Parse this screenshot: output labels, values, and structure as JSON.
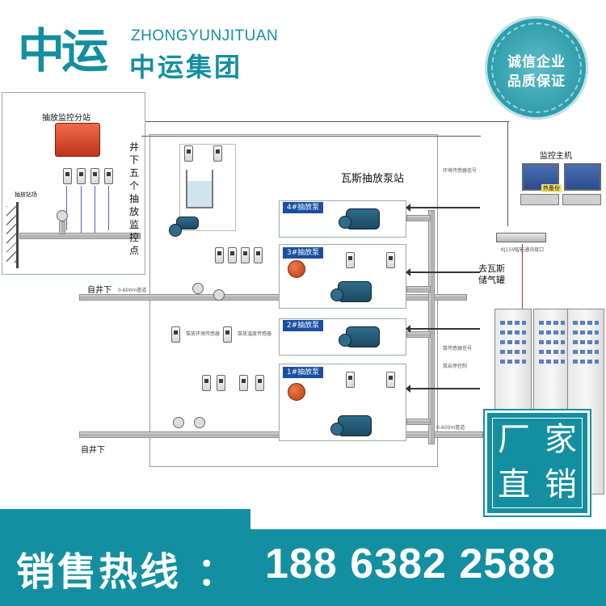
{
  "header": {
    "logo_text": "中运",
    "brand_en": "ZHONGYUNJITUAN",
    "brand_cn": "中运集团",
    "seal_line1": "诚信企业",
    "seal_line2": "品质保证"
  },
  "diagram": {
    "substation_title": "抽放监控分站",
    "underground_label": "井下五个抽放监控点",
    "drill_field": "抽放钻场",
    "station_title": "瓦斯抽放泵站",
    "host_label": "监控主机",
    "hot_backup": "热备份",
    "interface_label": "KJ159智能通讯接口",
    "gas_tank_label": "去瓦斯储气罐",
    "from_well_1": "自井下",
    "from_well_2": "自井下",
    "pumps": [
      "4#抽放泵",
      "3#抽放泵",
      "2#抽放泵",
      "1#抽放泵"
    ],
    "notes": {
      "env_signal": "环境传感器信号",
      "pump_signal": "泵传感器信号",
      "pump_ctrl": "泵启停控制",
      "pipe_small": "0-600m管道",
      "sensor_a": "泵放环境传感器",
      "sensor_b": "泵放温度传感器"
    }
  },
  "badge": {
    "c1": "厂",
    "c2": "家",
    "c3": "直",
    "c4": "销"
  },
  "footer": {
    "hotline_label": "销售热线 ：",
    "phone": "188 6382 2588"
  },
  "colors": {
    "brand_teal": "#138fa1",
    "pump_label_blue": "#1a4fa0",
    "substation_red": "#e0402a"
  }
}
